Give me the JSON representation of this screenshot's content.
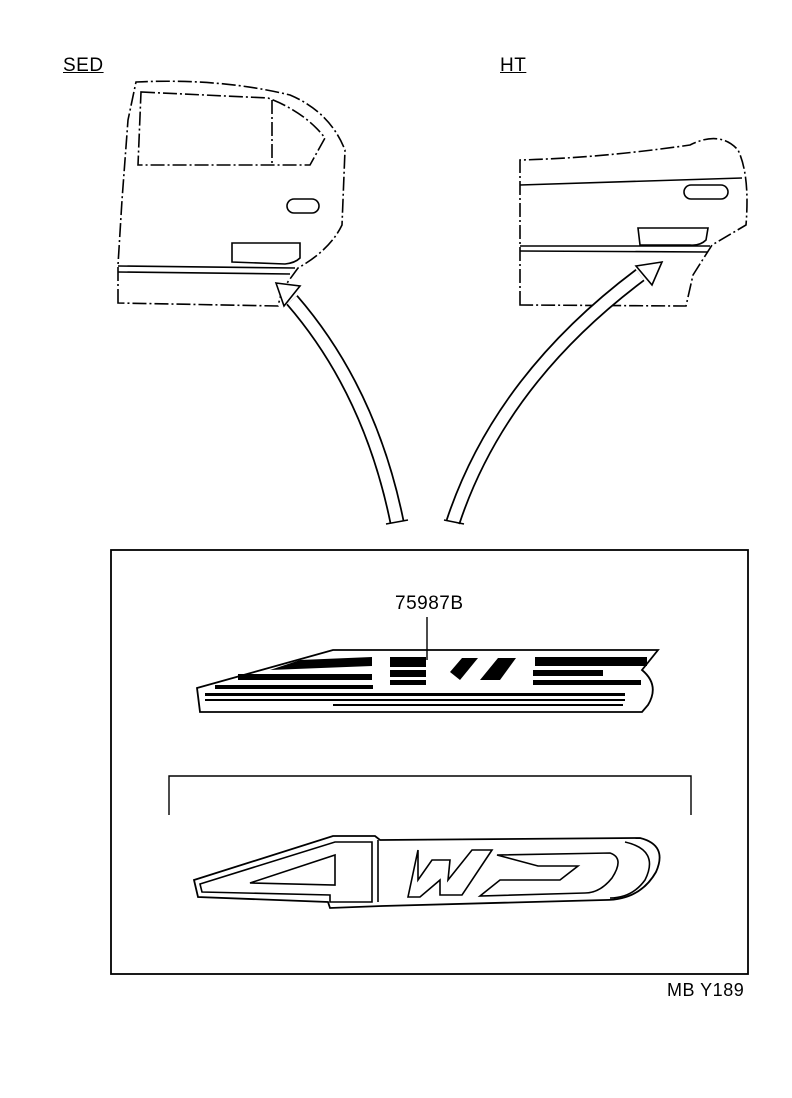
{
  "labels": {
    "sedan": "SED",
    "hardtop": "HT",
    "part_number": "75987B",
    "figure_code": "MB Y189"
  },
  "emblems": [
    {
      "lettering": "4WS",
      "style": "striped"
    },
    {
      "lettering": "4WD",
      "style": "outlined"
    }
  ],
  "colors": {
    "line": "#000000",
    "background": "#ffffff"
  }
}
